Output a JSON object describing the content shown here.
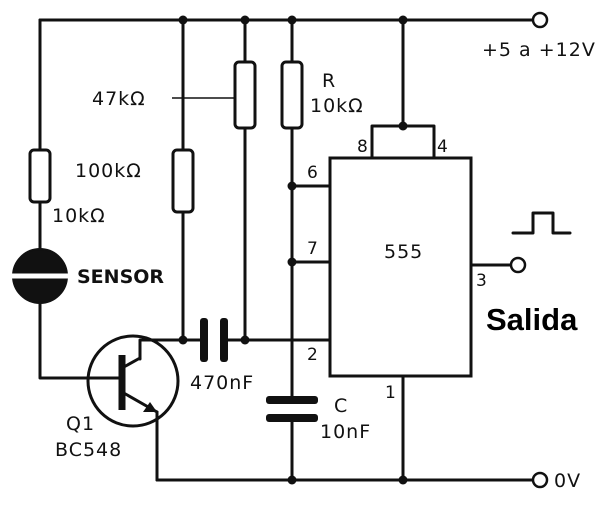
{
  "supply_label": "+5 a +12V",
  "ground_label": "0V",
  "ic": {
    "name": "555",
    "pin_8": "8",
    "pin_4": "4",
    "pin_6": "6",
    "pin_7": "7",
    "pin_2": "2",
    "pin_1": "1",
    "pin_3": "3"
  },
  "output_label": "Salida",
  "resistors": {
    "r_47k": "47kΩ",
    "r_name": "R",
    "r_10k_timing": "10kΩ",
    "r_100k": "100kΩ",
    "r_10k_sensor": "10kΩ"
  },
  "sensor_label": "SENSOR",
  "capacitors": {
    "c_coupling": "470nF",
    "c_name": "C",
    "c_timing": "10nF"
  },
  "transistor": {
    "ref": "Q1",
    "part": "BC548"
  }
}
